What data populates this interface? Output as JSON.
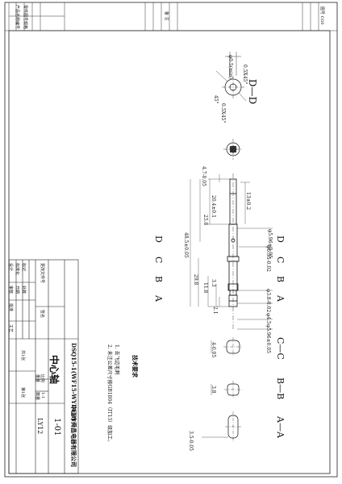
{
  "top_strip": {
    "left_text_1": "产品名称编号",
    "left_text_2": "零件图号规格",
    "middle_text": "备 注",
    "right_text": "图号 CG0"
  },
  "section_dd": {
    "label": "D—D",
    "dim_diameter": "φ0.5(min)",
    "dim_chamfer_1": "0.5X45°",
    "dim_angle": "45°",
    "dim_chamfer_2": "0.5X45°"
  },
  "section_view_labels": {
    "left_column": [
      "D",
      "C",
      "B",
      "A"
    ],
    "right_column": [
      "D",
      "C",
      "B",
      "A"
    ]
  },
  "shaft": {
    "dim_top_tolerance": "4.7-0.05",
    "dim_13": "13±0.2",
    "dim_20": "20.4±0.1",
    "dim_25": "25.8",
    "dim_48": "48.5±0.05",
    "dim_29": "29.8",
    "dim_11": "11.8",
    "dim_3_3": "3.3",
    "dim_2_1": "2.1",
    "dim_d1": "φ5.96±0.05",
    "dim_d2": "φ6.35-0.02",
    "dim_d3": "φ3.8-0.02",
    "dim_d4": "φ4.5",
    "dim_d5": "φ5.96±0.05"
  },
  "section_cc": {
    "label": "C—C",
    "dim": "4-0.05"
  },
  "section_bb": {
    "label": "B—B",
    "dim": "3.8"
  },
  "section_aa": {
    "label": "A—A",
    "dim_bottom": "3.5-0.05"
  },
  "tech_requirements": {
    "title": "技术要求",
    "line_1": "1. 去飞边毛刺",
    "line_2": "2. 未注公差尺寸按GB1804（IT13）级加工。"
  },
  "title_block": {
    "model_code": "DSQ15-1(WF15-WYDEB)",
    "company": "中山市舜昌电器有限公司",
    "part_name": "中心轴",
    "part_number": "LY12",
    "drawing_number": "1-01",
    "scale_label": "比例",
    "scale_value": "1:1",
    "weight_label": "重量",
    "quantity_label": "数量",
    "sheet_total": "共1张",
    "sheet_current": "第1张",
    "designer_label": "设计",
    "checker_label": "审核",
    "approver_label": "批准",
    "process_label": "工艺",
    "standard_label": "标准化",
    "date_label": "日期",
    "revision_label": "标记",
    "revision_count_label": "处数",
    "revision_doc_label": "更改文件号",
    "signature_label": "签名"
  }
}
